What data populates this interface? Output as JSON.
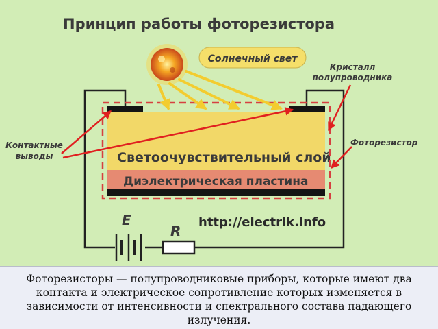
{
  "diagram": {
    "title": "Принцип работы фоторезистора",
    "sunlight_label": "Солнечный свет",
    "crystal_label_line1": "Кристалл",
    "crystal_label_line2": "полупроводника",
    "contacts_label_line1": "Контактные",
    "contacts_label_line2": "выводы",
    "photoresistor_label": "Фоторезистор",
    "layer_label": "Светоочувствительный слой",
    "plate_label": "Диэлектрическая пластина",
    "battery_label": "E",
    "resistor_label": "R",
    "url_text": "http://electrik.info",
    "colors": {
      "background": "#d2edb6",
      "layer": "#f2d868",
      "plate": "#e68a72",
      "arrow": "#e02020",
      "ray": "#f3cc2f",
      "label_bg": "#f5df6a"
    }
  },
  "caption": {
    "text": "Фоторезисторы — полупроводниковые приборы, которые имеют два контакта и электрическое сопротивление которых изменяется в зависимости от интенсивности и спектрального состава падающего излучения."
  }
}
